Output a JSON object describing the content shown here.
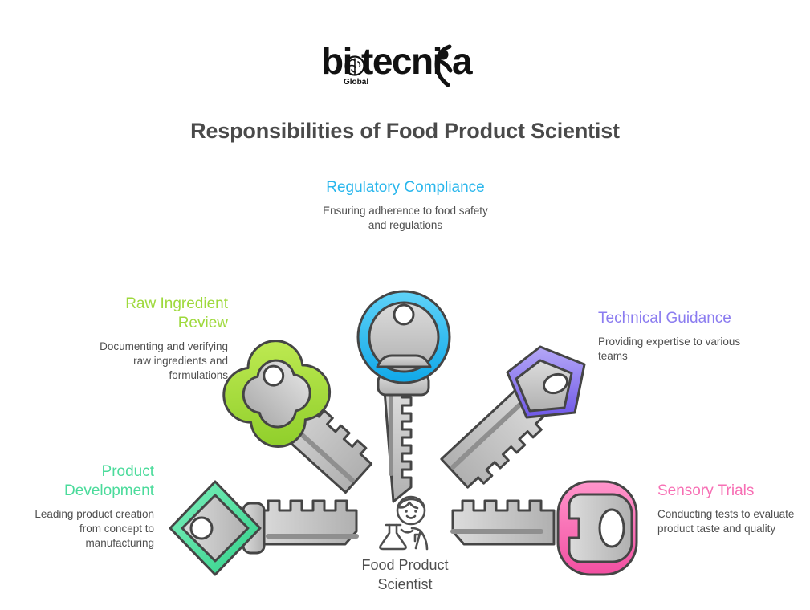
{
  "brand": {
    "logo_text": "biotecnika",
    "logo_sub": "Global",
    "logo_icon": "brain-icon"
  },
  "header": {
    "title": "Responsibilities of Food Product Scientist",
    "title_color": "#4a4a4a"
  },
  "center": {
    "label_line1": "Food Product",
    "label_line2": "Scientist",
    "icon": "scientist-with-flask-icon",
    "icon_color": "#4f4f4f"
  },
  "responsibilities": [
    {
      "id": "regulatory-compliance",
      "heading": "Regulatory Compliance",
      "description": "Ensuring adherence to food safety and regulations",
      "color": "#29b6ec",
      "key_shape": "round",
      "align": "center"
    },
    {
      "id": "raw-ingredient-review",
      "heading": "Raw Ingredient Review",
      "description": "Documenting and verifying raw ingredients and formulations",
      "color": "#9ed93c",
      "key_shape": "clover",
      "align": "right"
    },
    {
      "id": "technical-guidance",
      "heading": "Technical Guidance",
      "description": "Providing expertise to various teams",
      "color": "#8b7cf0",
      "key_shape": "pentagon",
      "align": "left"
    },
    {
      "id": "product-development",
      "heading": "Product Development",
      "description": "Leading product creation from concept to manufacturing",
      "color": "#4bdb9b",
      "key_shape": "diamond",
      "align": "right"
    },
    {
      "id": "sensory-trials",
      "heading": "Sensory Trials",
      "description": "Conducting tests to evaluate product taste and quality",
      "color": "#f76fb4",
      "key_shape": "rounded-rect",
      "align": "left"
    }
  ],
  "palette": {
    "key_body_light": "#d6d6d6",
    "key_body_dark": "#b5b5b5",
    "key_stroke": "#454545",
    "background": "#ffffff",
    "body_text": "#4f4f4f"
  }
}
